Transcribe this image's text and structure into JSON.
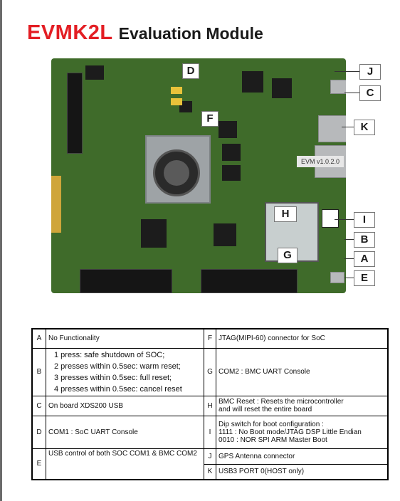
{
  "title": {
    "brand": "EVMK2L",
    "subtitle": "Evaluation Module"
  },
  "board": {
    "label": "EVM v1.0.2.0"
  },
  "markers": [
    "D",
    "F",
    "J",
    "C",
    "K",
    "H",
    "I",
    "B",
    "G",
    "A",
    "E"
  ],
  "legend": {
    "A": {
      "letter": "A",
      "text": "No Functionality"
    },
    "B": {
      "letter": "B",
      "lines": [
        "1 press: safe shutdown of SOC;",
        "2 presses within 0.5sec: warm reset;",
        "3 presses within 0.5sec: full reset;",
        "4 presses within 0.5sec: cancel reset"
      ]
    },
    "C": {
      "letter": "C",
      "text": "On board XDS200 USB"
    },
    "D": {
      "letter": "D",
      "text": "COM1 : SoC UART Console"
    },
    "E": {
      "letter": "E",
      "text": "USB control of both SOC COM1 & BMC COM2"
    },
    "F": {
      "letter": "F",
      "text": "JTAG(MIPI-60) connector for SoC"
    },
    "G": {
      "letter": "G",
      "text": "COM2 : BMC UART Console"
    },
    "H": {
      "letter": "H",
      "lines": [
        "BMC Reset : Resets the microcontroller",
        "and will reset the entire board"
      ]
    },
    "I": {
      "letter": "I",
      "lines": [
        "Dip switch for boot configuration :",
        "1111 : No Boot mode/JTAG DSP Little Endian",
        "0010 : NOR SPI ARM Master Boot"
      ]
    },
    "J": {
      "letter": "J",
      "text": "GPS Antenna connector"
    },
    "K": {
      "letter": "K",
      "text": "USB3 PORT 0(HOST only)"
    }
  }
}
